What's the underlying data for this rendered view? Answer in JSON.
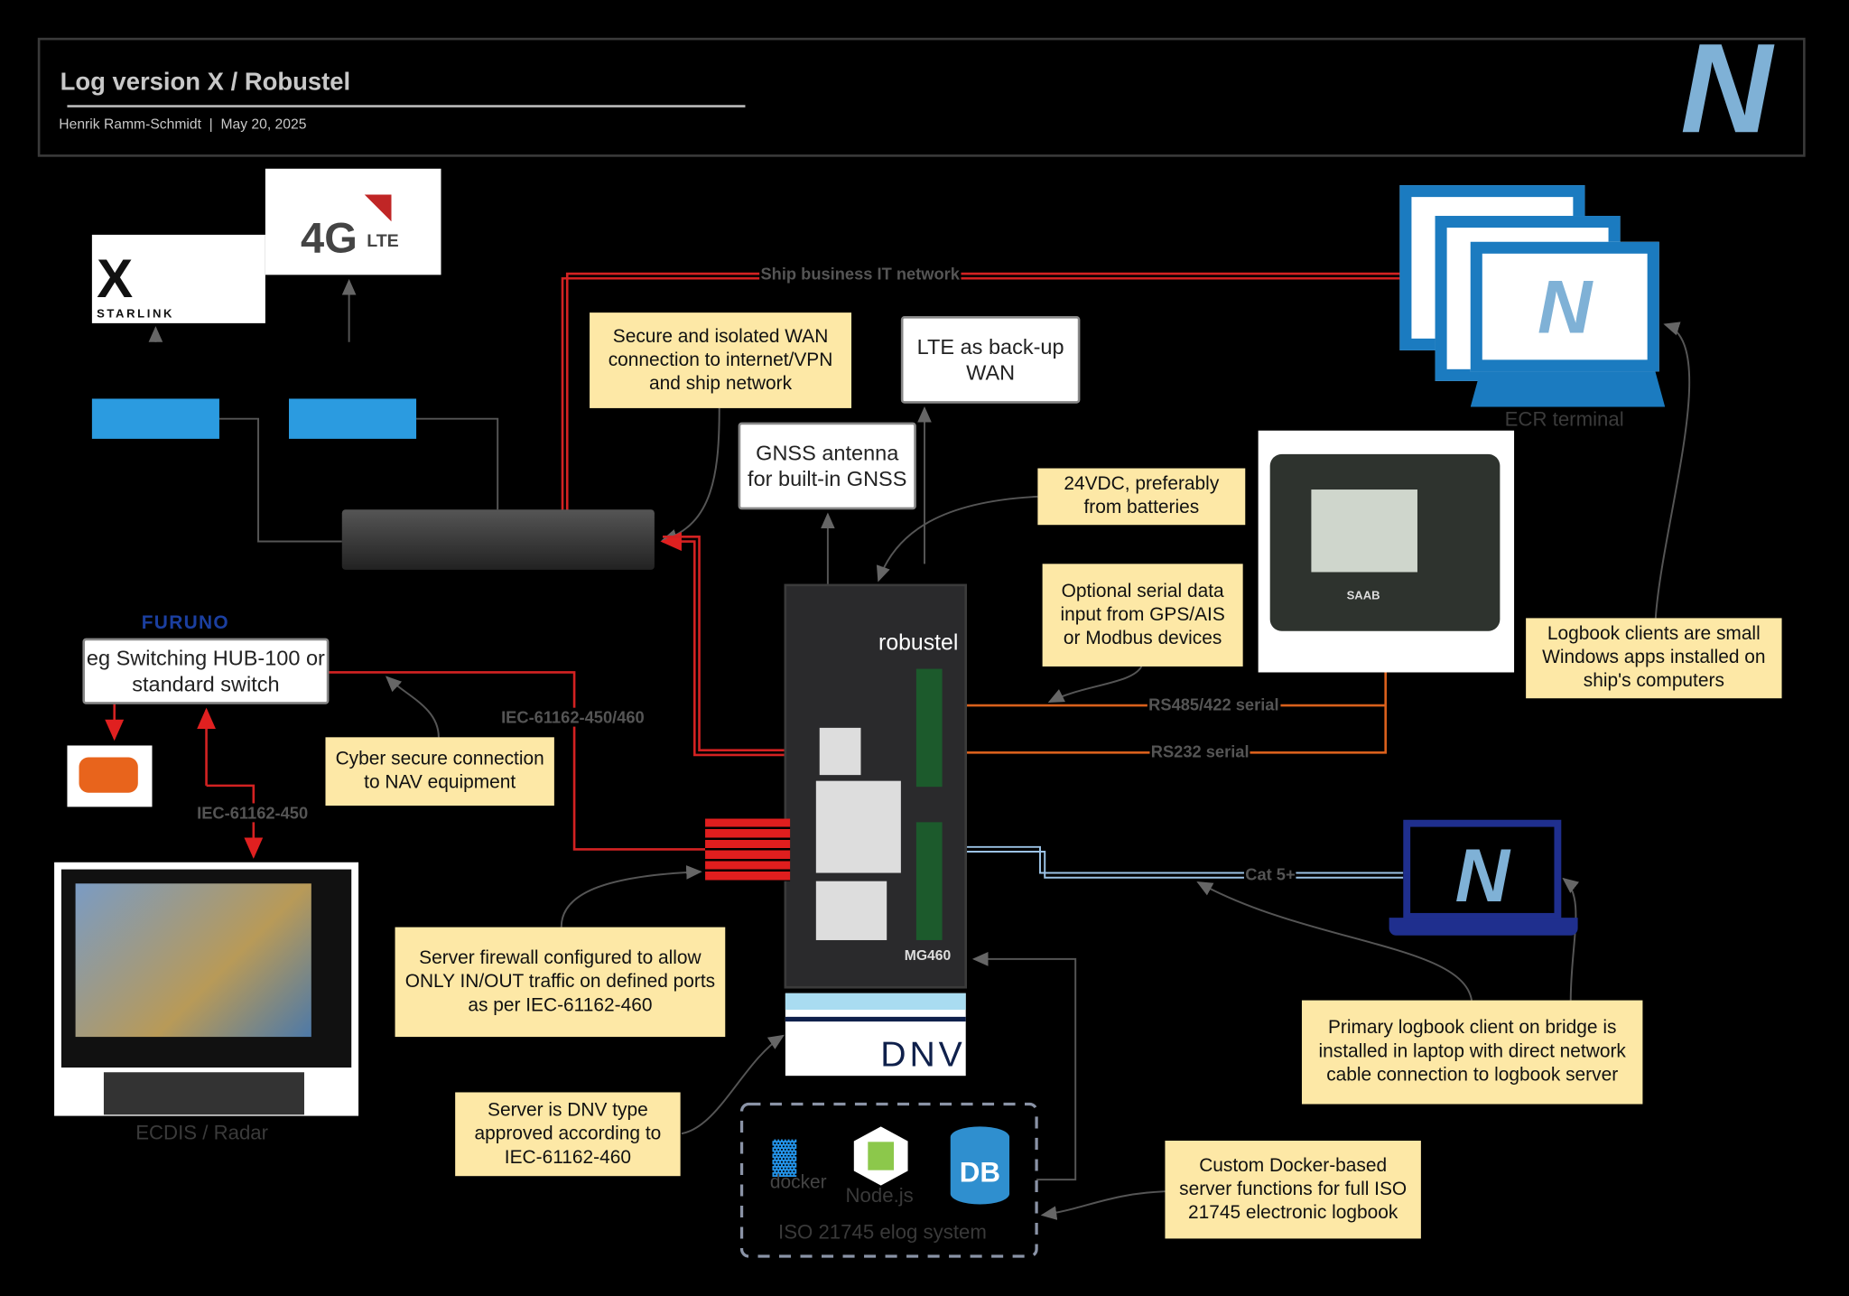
{
  "header": {
    "title": "Log version X / Robustel",
    "author": "Henrik Ramm-Schmidt",
    "separator": "|",
    "date": "May 20, 2025",
    "logo_letter": "N"
  },
  "logos": {
    "starlink": "STARLINK",
    "lte_main": "4G",
    "lte_sub": "LTE",
    "furuno": "FURUNO",
    "robustel": "robustel",
    "model": "MG460",
    "dnv": "DNV",
    "docker": "docker",
    "saab": "SAAB",
    "db": "DB"
  },
  "notes": {
    "wan": "Secure and isolated WAN connection to internet/VPN and ship network",
    "lte_backup": "LTE as back-up WAN",
    "gnss": "GNSS antenna for built-in GNSS",
    "power": "24VDC, preferably from batteries",
    "serial": "Optional serial data input from GPS/AIS or Modbus devices",
    "clients": "Logbook clients are small Windows apps installed on ship's computers",
    "hub": "eg Switching HUB-100 or standard switch",
    "cyber": "Cyber secure connection to NAV equipment",
    "firewall": "Server firewall configured to allow ONLY IN/OUT traffic on defined ports as per IEC-61162-460",
    "primary": "Primary logbook client on bridge is installed in laptop with direct network cable connection to logbook server",
    "dnv_note": "Server is DNV type approved according to IEC-61162-460",
    "docker_note": "Custom Docker-based server functions for full ISO 21745 electronic logbook"
  },
  "labels": {
    "ship_network": "Ship business IT network",
    "rs485": "RS485/422 serial",
    "rs232": "RS232 serial",
    "iec_450_460": "IEC-61162-450/460",
    "iec_450": "IEC-61162-450",
    "cat5": "Cat 5+",
    "ecr": "ECR terminal",
    "ecdis": "ECDIS / Radar",
    "nodejs": "Node.js",
    "elog_system": "ISO 21745 elog system"
  },
  "colors": {
    "network_red": "#d32222",
    "serial_orange": "#d9601c",
    "cat5_blue": "#9cc3e6",
    "brand_blue": "#1b7bc0",
    "logo_blue": "#7fb1d6",
    "note_yellow": "#fde8a6"
  }
}
